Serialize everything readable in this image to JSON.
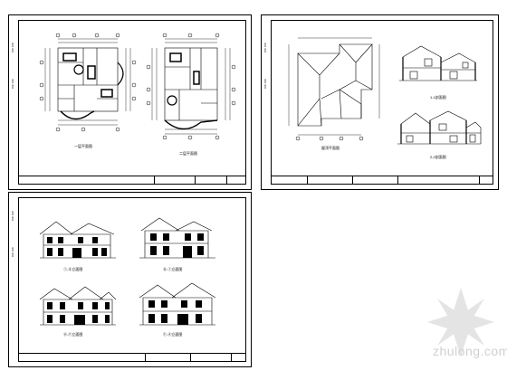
{
  "sheets": [
    {
      "name": "floor-plans-sheet",
      "captions": [
        "一层平面图",
        "二层平面图"
      ]
    },
    {
      "name": "roof-plan-sections-sheet",
      "captions": [
        "屋顶平面图",
        "1-1剖面图",
        "2-2剖面图"
      ]
    },
    {
      "name": "elevations-sheet",
      "captions": [
        "①-⑧立面图",
        "⑧-①立面图",
        "Ⓐ-Ⓕ立面图",
        "Ⓕ-Ⓐ立面图"
      ]
    }
  ],
  "watermark": {
    "text": "zhulong.com"
  }
}
